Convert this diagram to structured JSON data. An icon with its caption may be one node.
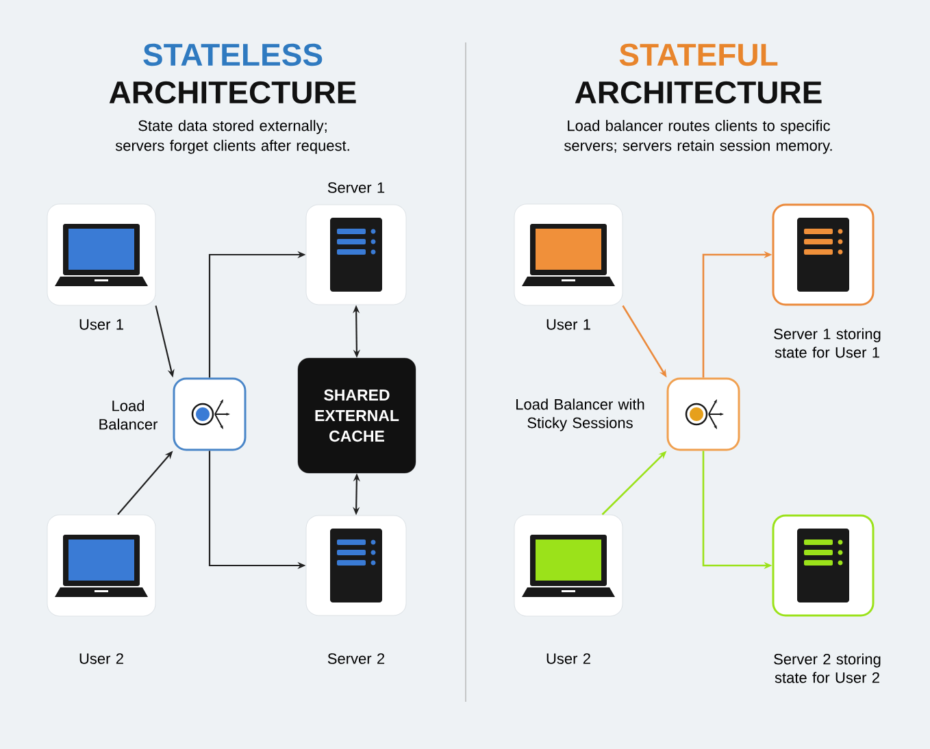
{
  "diagram": {
    "nodes": [
      {
        "text": [],
        "shape": "box",
        "beside": [
          "User 1"
        ]
      },
      {
        "text": [],
        "shape": "box",
        "beside": [
          "Load Balancer"
        ]
      },
      {
        "text": [],
        "shape": "box",
        "beside": [
          "User 2"
        ]
      },
      {
        "text": [],
        "shape": "box",
        "beside": [
          "Server 1"
        ]
      },
      {
        "text": [
          "SHARED EXTERNAL CACHE"
        ]
      },
      {
        "text": [],
        "shape": "box",
        "beside": [
          "Server 2"
        ]
      },
      {
        "text": [],
        "shape": "box",
        "beside": [
          "User 1"
        ]
      },
      {
        "text": [],
        "shape": "box",
        "beside": [
          "Load Balancer with Sticky Sessions"
        ]
      },
      {
        "text": [],
        "shape": "box",
        "beside": [
          "User 2"
        ]
      },
      {
        "text": [],
        "shape": "box",
        "beside": [
          "Server 1 storing state for User 1"
        ]
      },
      {
        "text": [],
        "shape": "box",
        "beside": [
          "Server 2 storing state for User 2"
        ]
      }
    ],
    "edges": [
      {
        "from": 0,
        "to": 1,
        "arrow": "to"
      },
      {
        "from": 2,
        "to": 1,
        "arrow": "to"
      },
      {
        "from": 1,
        "to": 3,
        "arrow": "to"
      },
      {
        "from": 1,
        "to": 5,
        "arrow": "to"
      },
      {
        "from": 3,
        "to": 4,
        "arrow": "both"
      },
      {
        "from": 4,
        "to": 5,
        "arrow": "both"
      },
      {
        "from": 6,
        "to": 7,
        "arrow": "to",
        "color": "#eb8a3c"
      },
      {
        "from": 8,
        "to": 7,
        "arrow": "to",
        "color": "#9be21a"
      },
      {
        "from": 7,
        "to": 9,
        "arrow": "to",
        "color": "#eb8a3c"
      },
      {
        "from": 7,
        "to": 10,
        "arrow": "to",
        "color": "#9be21a"
      }
    ],
    "labels": [
      "STATELESS",
      "ARCHITECTURE",
      "State data stored externally; servers forget clients after request.",
      "STATEFUL",
      "ARCHITECTURE",
      "Load balancer routes clients to specific servers; servers retain session memory."
    ]
  }
}
